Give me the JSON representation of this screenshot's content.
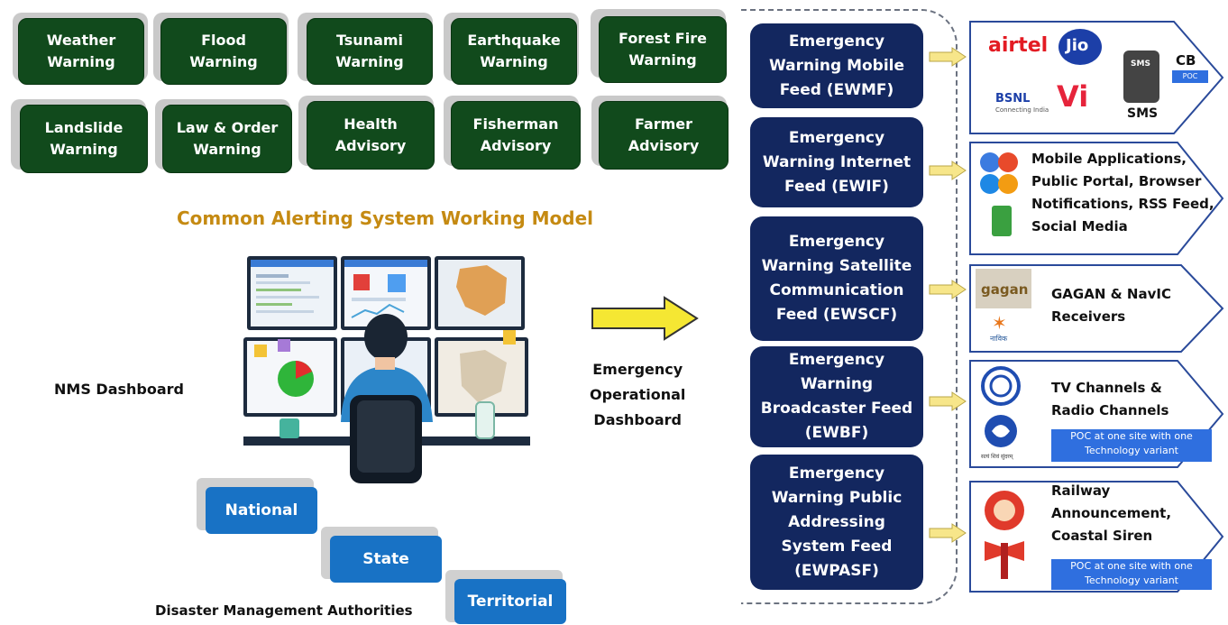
{
  "warnings": [
    "Weather\nWarning",
    "Flood\nWarning",
    "Tsunami\nWarning",
    "Earthquake\nWarning",
    "Forest Fire\nWarning",
    "Landslide\nWarning",
    "Law & Order\nWarning",
    "Health\nAdvisory",
    "Fisherman\nAdvisory",
    "Farmer\nAdvisory"
  ],
  "model_title": "Common Alerting System Working Model",
  "nms_label": "NMS Dashboard",
  "operational_label": "Emergency\nOperational\nDashboard",
  "authorities": [
    "National",
    "State",
    "Territorial"
  ],
  "authorities_caption": "Disaster Management Authorities",
  "feeds": [
    "Emergency\nWarning Mobile\nFeed (EWMF)",
    "Emergency\nWarning Internet\nFeed (EWIF)",
    "Emergency\nWarning Satellite\nCommunication\nFeed (EWSCF)",
    "Emergency\nWarning\nBroadcaster Feed\n(EWBF)",
    "Emergency\nWarning Public\nAddressing\nSystem Feed\n(EWPASF)"
  ],
  "mobile_panel": {
    "airtel": "airtel",
    "jio": "Jio",
    "bsnl": "BSNL",
    "bsnl_tagline": "Connecting India",
    "vi": "Vi",
    "sms_badge": "SMS",
    "sms": "SMS",
    "cb": "CB",
    "poc": "POC"
  },
  "internet_panel": {
    "text": "Mobile Applications,\nPublic Portal, Browser\nNotifications, RSS Feed,\nSocial Media"
  },
  "satellite_panel": {
    "text": "GAGAN & NavIC\nReceivers",
    "gagan_logo": "gagan",
    "navic_tag": "नाविक"
  },
  "broadcast_panel": {
    "text": "TV Channels &\nRadio Channels",
    "poc": "POC at one site with one\nTechnology variant",
    "dd_tag": "सत्यं शिवं सुंदरम्"
  },
  "pa_panel": {
    "text": "Railway\nAnnouncement,\nCoastal Siren",
    "poc": "POC at one site with one\nTechnology variant"
  },
  "colors": {
    "tile_green": "#114a1c",
    "feed_navy": "#13275f",
    "authority_blue": "#1872c5",
    "title_gold": "#c58a12",
    "arrow_yellow": "#f5e733",
    "panel_border": "#2a4a9a"
  }
}
